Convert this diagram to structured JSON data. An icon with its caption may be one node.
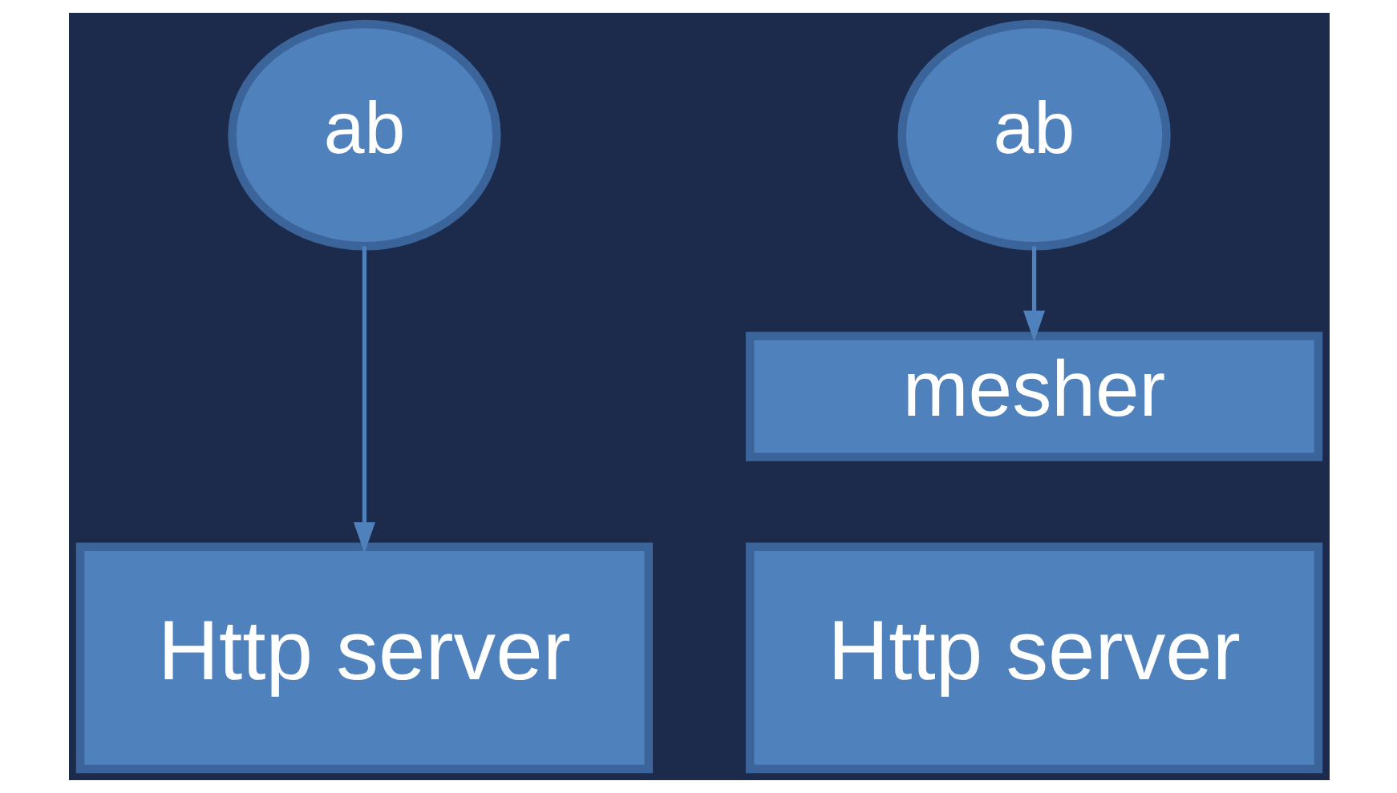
{
  "diagram": {
    "nodes": [
      {
        "text": [
          "ab"
        ]
      },
      {
        "text": [
          "Http server"
        ]
      },
      {
        "text": [
          "ab"
        ]
      },
      {
        "text": [
          "mesher"
        ]
      },
      {
        "text": [
          "Http server"
        ]
      }
    ],
    "edges": [
      {
        "from": 0,
        "to": 1,
        "arrow": "to"
      },
      {
        "from": 2,
        "to": 3,
        "arrow": "to"
      }
    ]
  }
}
